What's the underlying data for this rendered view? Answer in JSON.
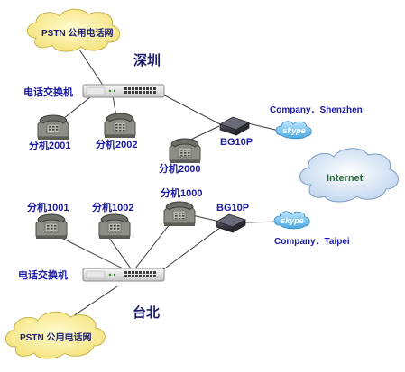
{
  "shenzhen": {
    "pstn": "PSTN 公用电话网",
    "city": "深圳",
    "pbx_label": "电话交换机",
    "phones": [
      "分机2001",
      "分机2002",
      "分机2000"
    ],
    "gateway": "BG10P",
    "company": "Company．Shenzhen",
    "skype": "skype"
  },
  "internet": "Internet",
  "taipei": {
    "pstn": "PSTN 公用电话网",
    "city": "台北",
    "pbx_label": "电话交换机",
    "phones": [
      "分机1001",
      "分机1002",
      "分机1000"
    ],
    "gateway": "BG10P",
    "company": "Company．Taipei",
    "skype": "skype"
  }
}
